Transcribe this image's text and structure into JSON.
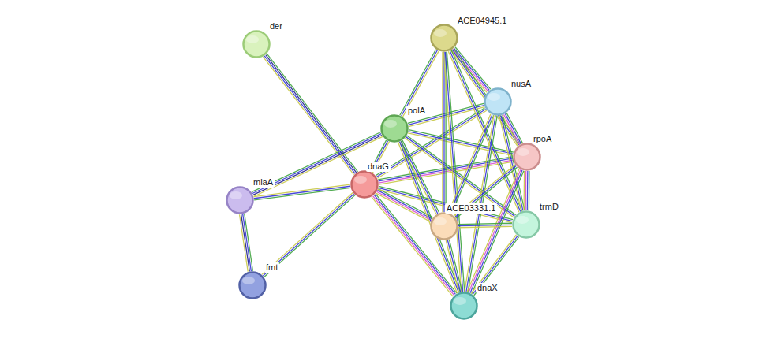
{
  "diagram": {
    "nodes": [
      {
        "text": [
          "der"
        ]
      },
      {
        "text": [
          "ACE04945.1"
        ]
      },
      {
        "text": [
          "nusA"
        ]
      },
      {
        "text": [
          "polA"
        ]
      },
      {
        "text": [
          "rpoA"
        ]
      },
      {
        "text": [
          "dnaG"
        ]
      },
      {
        "text": [
          "miaA"
        ]
      },
      {
        "text": [
          "ACE03331.1"
        ]
      },
      {
        "text": [
          "trmD"
        ]
      },
      {
        "text": [
          "fmt"
        ]
      },
      {
        "text": [
          "dnaX"
        ]
      }
    ],
    "edges": [
      {
        "from": 0,
        "to": 5,
        "arrow": "none"
      },
      {
        "from": 5,
        "to": 3,
        "arrow": "none"
      },
      {
        "from": 5,
        "to": 6,
        "arrow": "none"
      },
      {
        "from": 5,
        "to": 9,
        "arrow": "none"
      },
      {
        "from": 5,
        "to": 2,
        "arrow": "none"
      },
      {
        "from": 5,
        "to": 4,
        "arrow": "none"
      },
      {
        "from": 5,
        "to": 7,
        "arrow": "none"
      },
      {
        "from": 5,
        "to": 8,
        "arrow": "none"
      },
      {
        "from": 5,
        "to": 10,
        "arrow": "none"
      },
      {
        "from": 6,
        "to": 3,
        "arrow": "none"
      },
      {
        "from": 6,
        "to": 9,
        "arrow": "none"
      },
      {
        "from": 3,
        "to": 1,
        "arrow": "none"
      },
      {
        "from": 3,
        "to": 2,
        "arrow": "none"
      },
      {
        "from": 3,
        "to": 4,
        "arrow": "none"
      },
      {
        "from": 3,
        "to": 7,
        "arrow": "none"
      },
      {
        "from": 3,
        "to": 10,
        "arrow": "none"
      },
      {
        "from": 3,
        "to": 8,
        "arrow": "none"
      },
      {
        "from": 1,
        "to": 2,
        "arrow": "none"
      },
      {
        "from": 1,
        "to": 4,
        "arrow": "none"
      },
      {
        "from": 1,
        "to": 7,
        "arrow": "none"
      },
      {
        "from": 1,
        "to": 8,
        "arrow": "none"
      },
      {
        "from": 1,
        "to": 10,
        "arrow": "none"
      },
      {
        "from": 2,
        "to": 4,
        "arrow": "none"
      },
      {
        "from": 2,
        "to": 7,
        "arrow": "none"
      },
      {
        "from": 2,
        "to": 8,
        "arrow": "none"
      },
      {
        "from": 2,
        "to": 10,
        "arrow": "none"
      },
      {
        "from": 4,
        "to": 7,
        "arrow": "none"
      },
      {
        "from": 4,
        "to": 8,
        "arrow": "none"
      },
      {
        "from": 4,
        "to": 10,
        "arrow": "none"
      },
      {
        "from": 7,
        "to": 8,
        "arrow": "none"
      },
      {
        "from": 7,
        "to": 10,
        "arrow": "none"
      },
      {
        "from": 8,
        "to": 10,
        "arrow": "none"
      }
    ]
  }
}
